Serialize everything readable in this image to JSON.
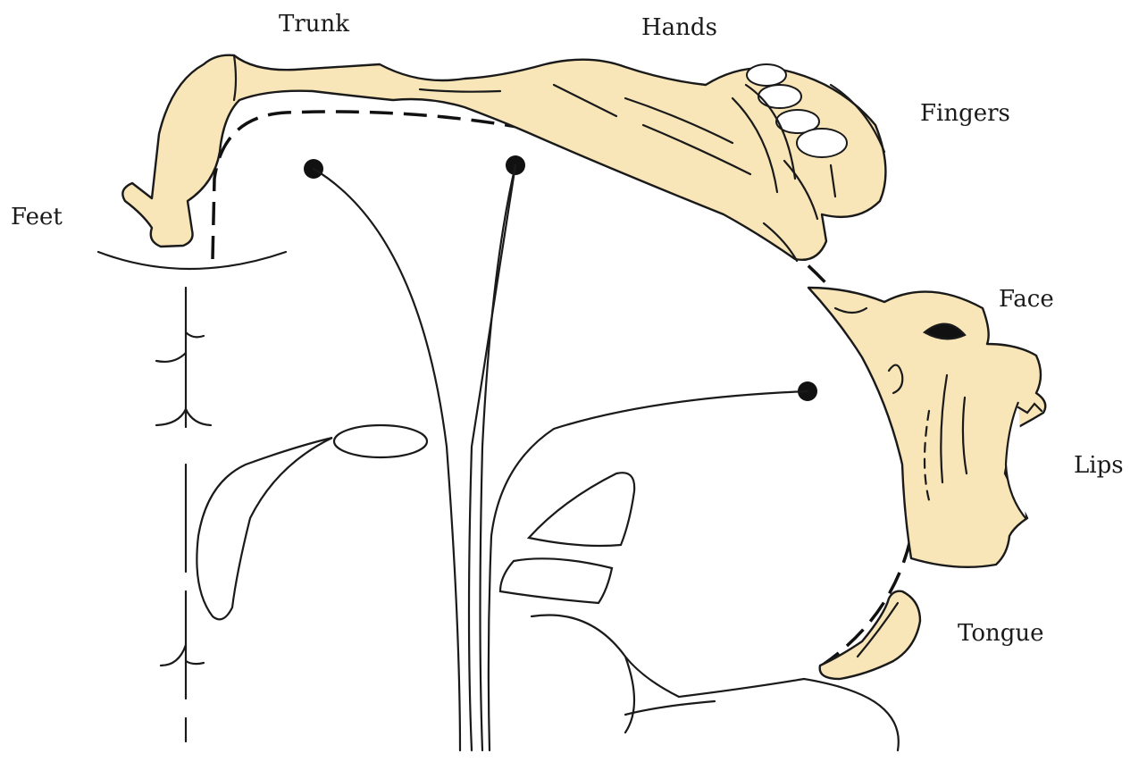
{
  "labels": {
    "trunk": "Trunk",
    "hands": "Hands",
    "fingers": "Fingers",
    "feet": "Feet",
    "face": "Face",
    "lips": "Lips",
    "tongue": "Tongue"
  },
  "colors": {
    "body_fill": "#f8e6b8",
    "ink": "#1a1a1a",
    "background": "#ffffff"
  }
}
